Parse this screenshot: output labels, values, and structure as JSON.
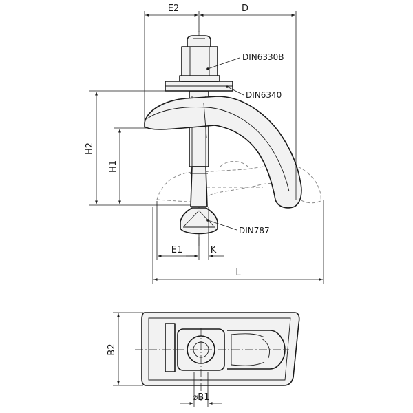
{
  "dimensions": {
    "e2": "E2",
    "d": "D",
    "h2": "H2",
    "h1": "H1",
    "e1": "E1",
    "k": "K",
    "l": "L",
    "b2": "B2",
    "b1": "⌀B1"
  },
  "parts": {
    "nut": "DIN6330B",
    "washer": "DIN6340",
    "bolt": "DIN787"
  }
}
